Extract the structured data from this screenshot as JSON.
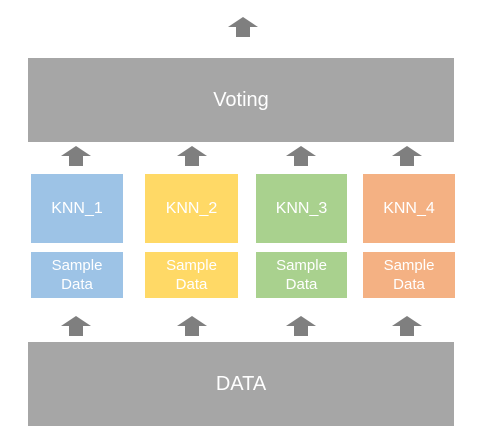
{
  "voting": {
    "label": "Voting"
  },
  "data": {
    "label": "DATA"
  },
  "colors": {
    "gray": "#a6a6a6",
    "arrow": "#7f7f7f",
    "blue": "#9dc3e6",
    "yellow": "#ffd966",
    "green": "#a9d18e",
    "orange": "#f4b183"
  },
  "models": [
    {
      "label": "KNN_1",
      "sample_line1": "Sample",
      "sample_line2": "Data",
      "color": "#9dc3e6"
    },
    {
      "label": "KNN_2",
      "sample_line1": "Sample",
      "sample_line2": "Data",
      "color": "#ffd966"
    },
    {
      "label": "KNN_3",
      "sample_line1": "Sample",
      "sample_line2": "Data",
      "color": "#a9d18e"
    },
    {
      "label": "KNN_4",
      "sample_line1": "Sample",
      "sample_line2": "Data",
      "color": "#f4b183"
    }
  ],
  "icons": {
    "arrow": "up-arrow-icon"
  }
}
